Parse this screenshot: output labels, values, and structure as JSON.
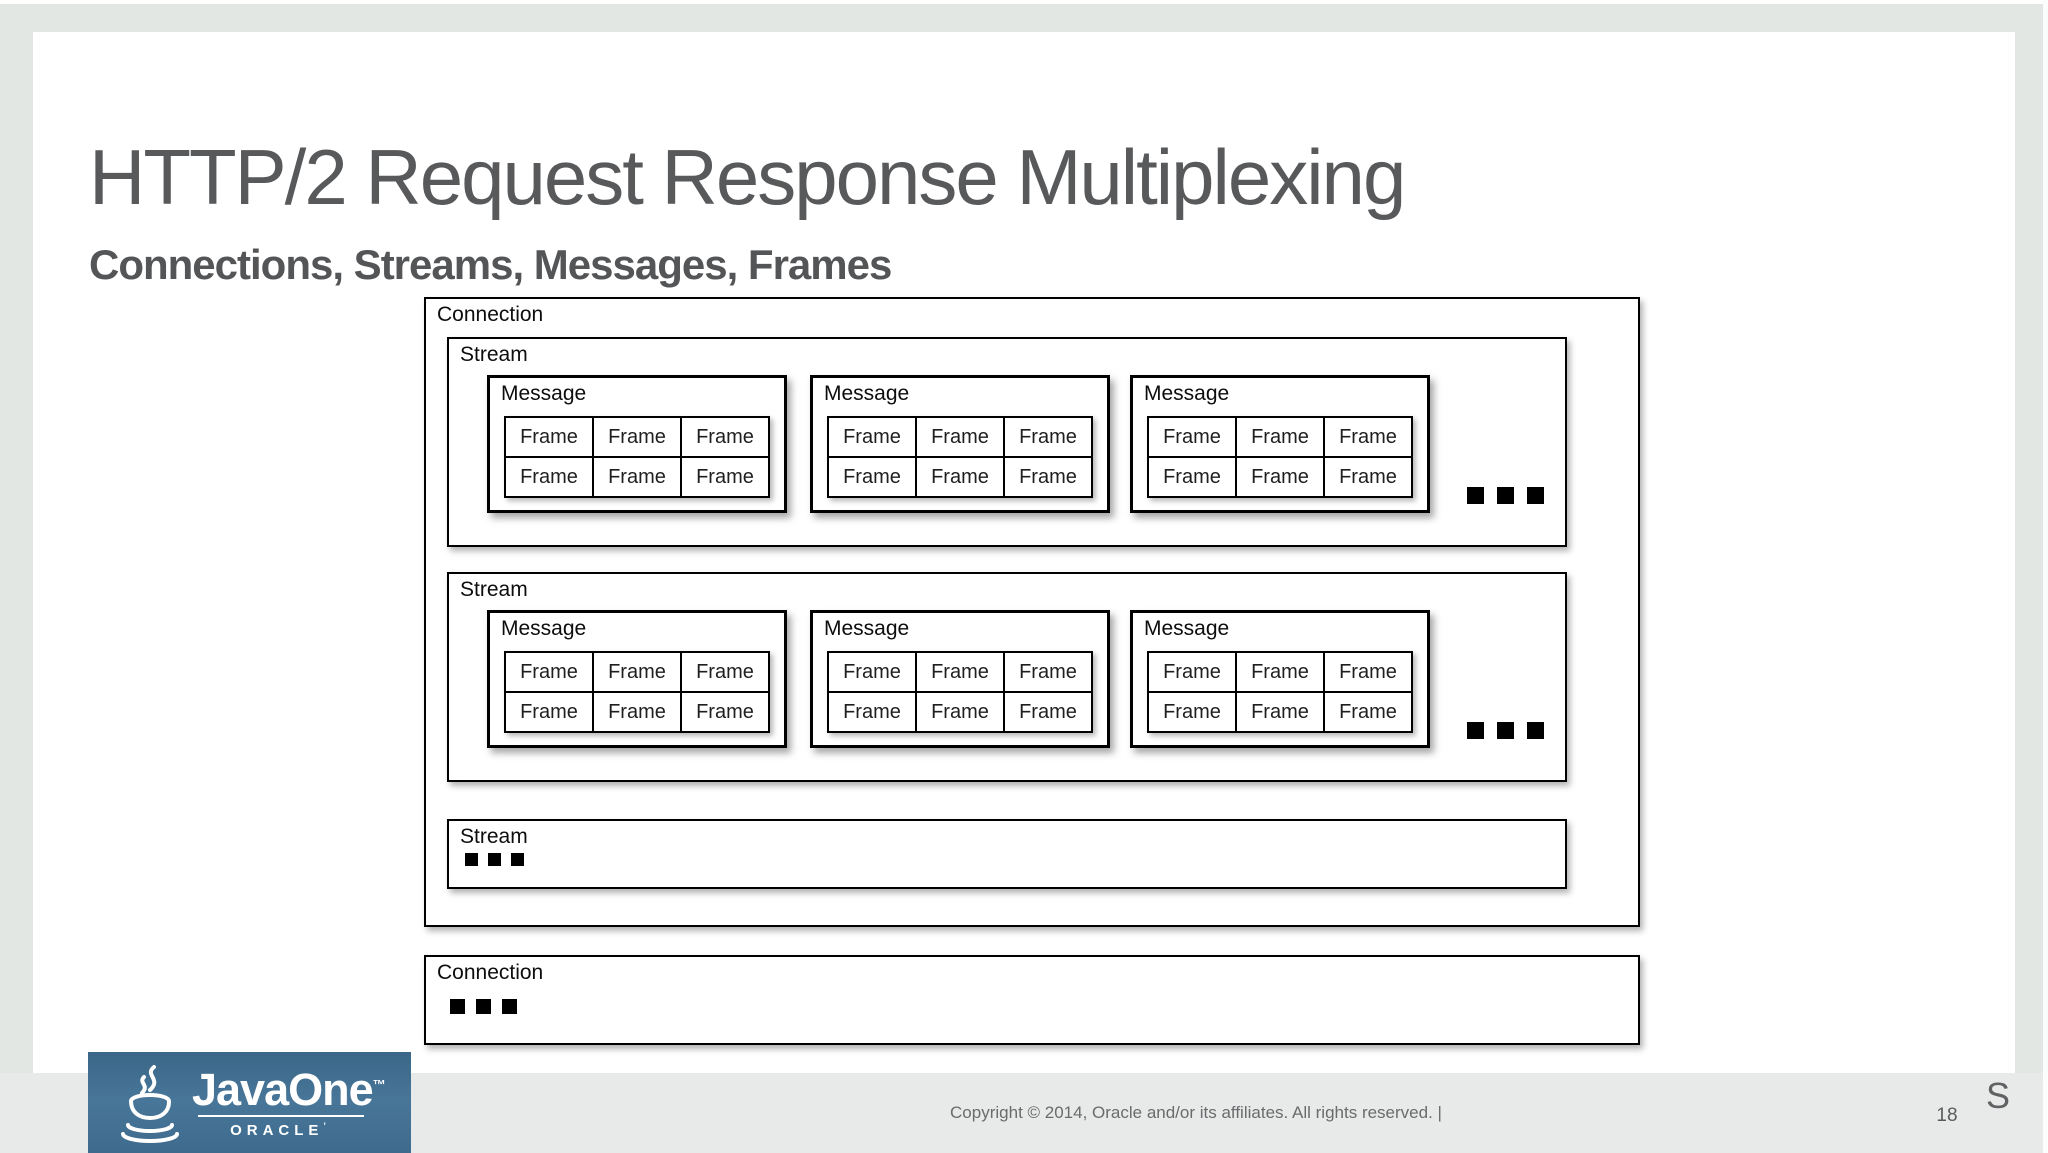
{
  "slide": {
    "title": "HTTP/2 Request Response Multiplexing",
    "subtitle": "Connections, Streams, Messages, Frames"
  },
  "diagram": {
    "connection_label": "Connection",
    "stream_label": "Stream",
    "message_label": "Message",
    "frame_label": "Frame"
  },
  "logo": {
    "brand": "JavaOne",
    "trademark": "™",
    "company": "ORACLE",
    "company_mark": "’"
  },
  "footer": {
    "copyright": "Copyright © 2014, Oracle and/or its affiliates. All rights reserved.  |",
    "page_number": "18",
    "transition_letter": "S"
  },
  "colors": {
    "page_background": "#e3e7e4",
    "footer_band": "#e8eaea",
    "slide_background": "#ffffff",
    "title_text": "#58595b",
    "diagram_border": "#000000",
    "logo_blue_top": "#3a6787",
    "logo_blue_mid": "#487699",
    "logo_blue_bottom": "#3e6b8d",
    "footer_text": "#6a6b6c"
  }
}
